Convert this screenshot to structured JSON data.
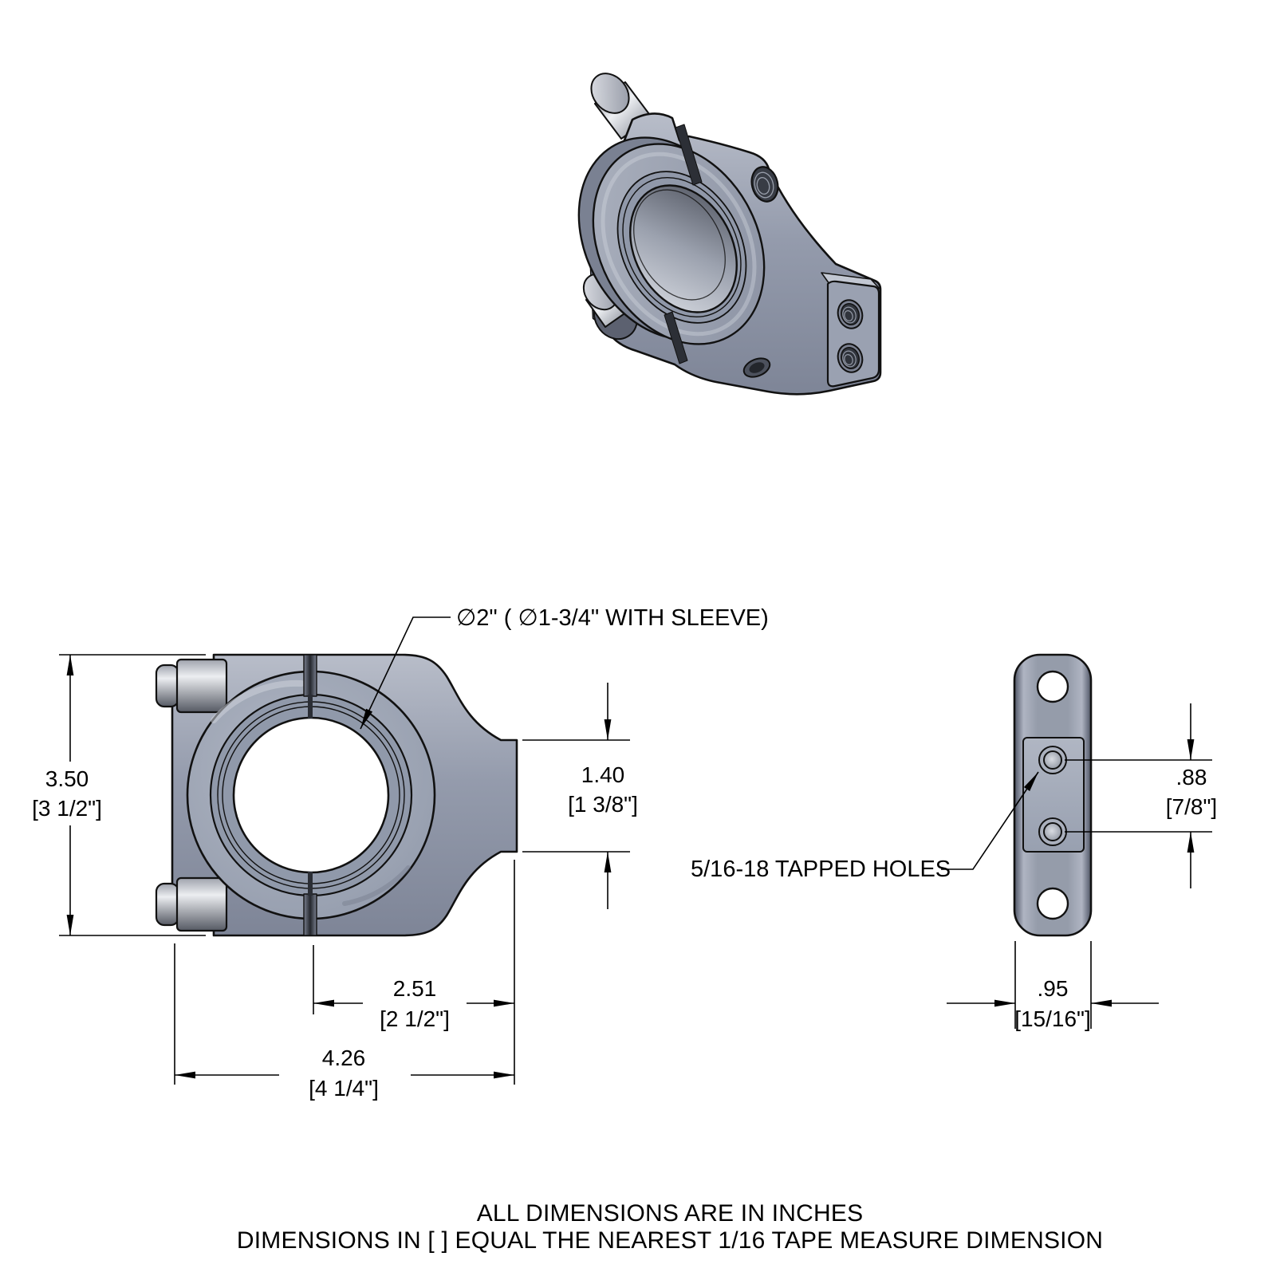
{
  "callouts": {
    "bore": "∅2\" ( ∅1-3/4\" WITH SLEEVE)",
    "tapped_holes": "5/16-18 TAPPED HOLES"
  },
  "dimensions": {
    "overall_height": {
      "decimal": "3.50",
      "tape": "[3 1/2\"]"
    },
    "arm_thickness": {
      "decimal": "1.40",
      "tape": "[1 3/8\"]"
    },
    "center_to_face": {
      "decimal": "2.51",
      "tape": "[2 1/2\"]"
    },
    "overall_width": {
      "decimal": "4.26",
      "tape": "[4 1/4\"]"
    },
    "tapped_hole_spacing": {
      "decimal": ".88",
      "tape": "[7/8\"]"
    },
    "plate_thickness": {
      "decimal": ".95",
      "tape": "[15/16\"]"
    }
  },
  "notes": {
    "line1": "ALL DIMENSIONS ARE IN INCHES",
    "line2": "DIMENSIONS IN [ ] EQUAL THE NEAREST 1/16 TAPE MEASURE DIMENSION"
  },
  "colors": {
    "body": "#939AAB",
    "body_light": "#B8BDC9",
    "body_dark": "#7E8597",
    "outline": "#111111",
    "metal_light": "#ECEEF1",
    "metal_dark": "#565A64"
  }
}
